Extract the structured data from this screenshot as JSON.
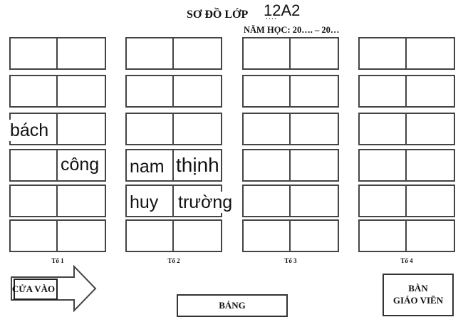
{
  "header": {
    "title": "SƠ ĐỒ LỚP",
    "class_name": "12A2",
    "class_dots": "....",
    "school_year": "NĂM HỌC: 20…. – 20…"
  },
  "groups": [
    {
      "label": "Tổ 1"
    },
    {
      "label": "Tổ 2"
    },
    {
      "label": "Tổ 3"
    },
    {
      "label": "Tổ 4"
    }
  ],
  "student_names": {
    "bach": "bách",
    "cong": "công",
    "nam": "nam",
    "thinh": "thịnh",
    "huy": "huy",
    "truong": "trường"
  },
  "door": {
    "label": "CỬA VÀO"
  },
  "board": {
    "label": "BẢNG"
  },
  "teacher_desk": {
    "line1": "BÀN",
    "line2": "GIÁO VIÊN"
  }
}
